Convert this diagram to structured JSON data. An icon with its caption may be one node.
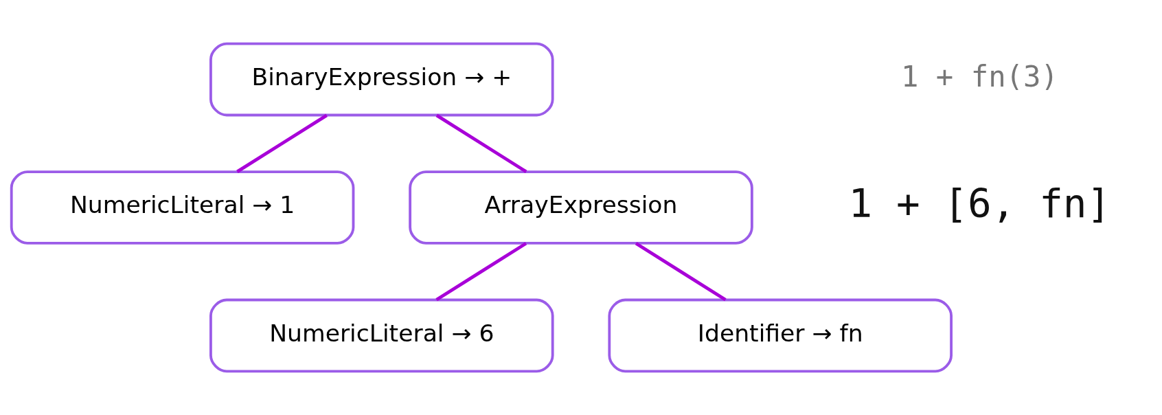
{
  "diagram": {
    "nodes": [
      {
        "text": [
          "BinaryExpression → +"
        ]
      },
      {
        "text": [
          "NumericLiteral → 1"
        ]
      },
      {
        "text": [
          "ArrayExpression"
        ]
      },
      {
        "text": [
          "NumericLiteral → 6"
        ]
      },
      {
        "text": [
          "Identifier → fn"
        ]
      }
    ],
    "edges": [
      {
        "from": 0,
        "to": 1,
        "arrow": "none"
      },
      {
        "from": 0,
        "to": 2,
        "arrow": "none"
      },
      {
        "from": 2,
        "to": 3,
        "arrow": "none"
      },
      {
        "from": 2,
        "to": 4,
        "arrow": "none"
      }
    ],
    "labels": [
      "1 + fn(3)",
      "1 + [6, fn]"
    ]
  }
}
